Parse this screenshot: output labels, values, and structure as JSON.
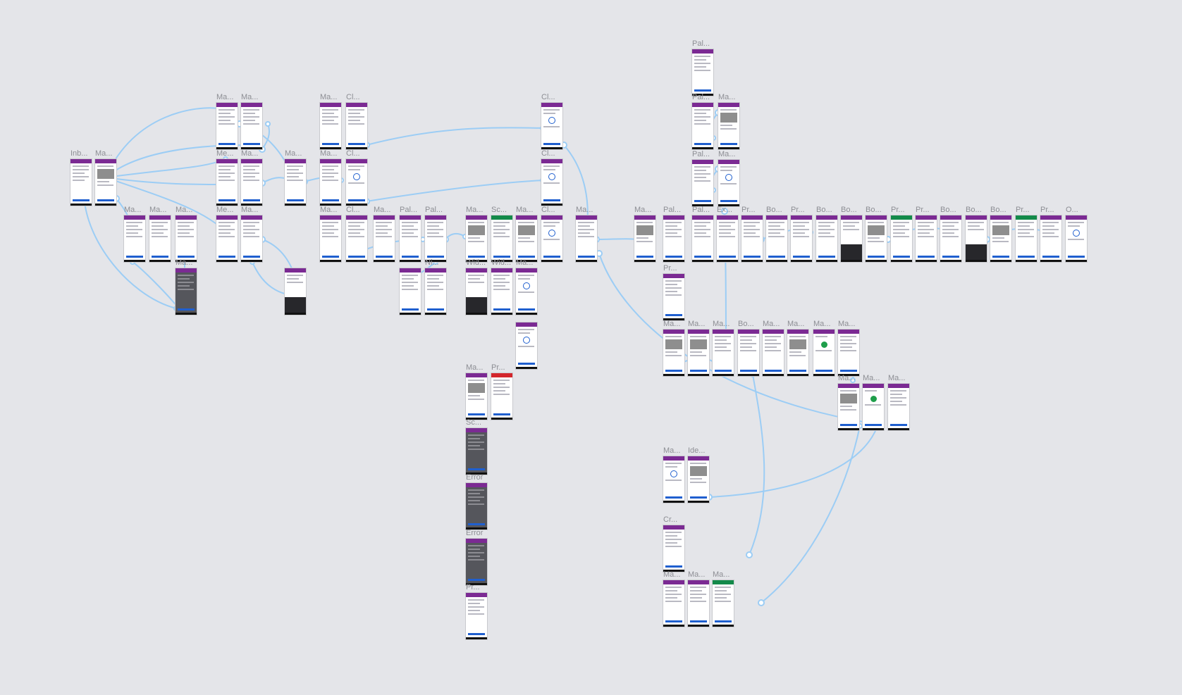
{
  "canvas": {
    "background": "#e4e5e9",
    "accent": "#9ccdf5",
    "app_bar_color": "#7b2a93",
    "button_color": "#1f5fcf",
    "success_color": "#1e9e4a",
    "error_color": "#d3262c"
  },
  "screens": [
    {
      "label": "Pal...",
      "variant": "light"
    },
    {
      "label": "Pal...",
      "variant": "light"
    },
    {
      "label": "Ma...",
      "variant": "photo"
    },
    {
      "label": "Pal...",
      "variant": "light"
    },
    {
      "label": "Ma...",
      "variant": "circle"
    },
    {
      "label": "Ma...",
      "variant": "light"
    },
    {
      "label": "Ma...",
      "variant": "light"
    },
    {
      "label": "Ma...",
      "variant": "light"
    },
    {
      "label": "Cl...",
      "variant": "light"
    },
    {
      "label": "Cl...",
      "variant": "circle"
    },
    {
      "label": "Inb...",
      "variant": "list"
    },
    {
      "label": "Ma...",
      "variant": "photo"
    },
    {
      "label": "Me...",
      "variant": "light"
    },
    {
      "label": "Ma...",
      "variant": "light"
    },
    {
      "label": "Ma...",
      "variant": "light"
    },
    {
      "label": "Ma...",
      "variant": "light"
    },
    {
      "label": "Cl...",
      "variant": "circle"
    },
    {
      "label": "Cl...",
      "variant": "circle"
    },
    {
      "label": "Ma...",
      "variant": "light"
    },
    {
      "label": "Ma...",
      "variant": "light"
    },
    {
      "label": "Ma...",
      "variant": "light"
    },
    {
      "label": "Me...",
      "variant": "light"
    },
    {
      "label": "Ma...",
      "variant": "light"
    },
    {
      "label": "Ma...",
      "variant": "light"
    },
    {
      "label": "Cl...",
      "variant": "light"
    },
    {
      "label": "Ma...",
      "variant": "light"
    },
    {
      "label": "Pal...",
      "variant": "light"
    },
    {
      "label": "Pal...",
      "variant": "light"
    },
    {
      "label": "Ma...",
      "variant": "photo"
    },
    {
      "label": "Sc...",
      "variant": "greenbar"
    },
    {
      "label": "Ma...",
      "variant": "photo"
    },
    {
      "label": "Cl...",
      "variant": "circle"
    },
    {
      "label": "Ma...",
      "variant": "light"
    },
    {
      "label": "Ma...",
      "variant": "photo"
    },
    {
      "label": "Pal...",
      "variant": "light"
    },
    {
      "label": "Pal...",
      "variant": "light"
    },
    {
      "label": "Ex...",
      "variant": "light"
    },
    {
      "label": "Pr...",
      "variant": "light"
    },
    {
      "label": "Bo...",
      "variant": "light"
    },
    {
      "label": "Pr...",
      "variant": "light"
    },
    {
      "label": "Bo...",
      "variant": "light"
    },
    {
      "label": "Bo...",
      "variant": "keyboard"
    },
    {
      "label": "Bo...",
      "variant": "photo"
    },
    {
      "label": "Pr...",
      "variant": "greenbar"
    },
    {
      "label": "Pr...",
      "variant": "light"
    },
    {
      "label": "Bo...",
      "variant": "light"
    },
    {
      "label": "Bo...",
      "variant": "keyboard"
    },
    {
      "label": "Bo...",
      "variant": "photo"
    },
    {
      "label": "Pr...",
      "variant": "greenbar"
    },
    {
      "label": "Pr...",
      "variant": "light"
    },
    {
      "label": "O...",
      "variant": "circle"
    },
    {
      "label": "Ma...",
      "variant": "dark"
    },
    {
      "label": "",
      "variant": "keyboard"
    },
    {
      "label": "",
      "variant": "light"
    },
    {
      "label": "Ni...",
      "variant": "light"
    },
    {
      "label": "Wid...",
      "variant": "keyboard"
    },
    {
      "label": "Wid...",
      "variant": "light"
    },
    {
      "label": "Ma...",
      "variant": "circle"
    },
    {
      "label": "",
      "variant": "circle"
    },
    {
      "label": "Pr...",
      "variant": "light"
    },
    {
      "label": "Ma...",
      "variant": "photo"
    },
    {
      "label": "Ma...",
      "variant": "photo"
    },
    {
      "label": "Ma...",
      "variant": "light"
    },
    {
      "label": "Bo...",
      "variant": "light"
    },
    {
      "label": "Ma...",
      "variant": "light"
    },
    {
      "label": "Ma...",
      "variant": "photo"
    },
    {
      "label": "Ma...",
      "variant": "check"
    },
    {
      "label": "Ma...",
      "variant": "light"
    },
    {
      "label": "Ma...",
      "variant": "photo"
    },
    {
      "label": "Ma...",
      "variant": "check"
    },
    {
      "label": "Ma...",
      "variant": "light"
    },
    {
      "label": "Ma...",
      "variant": "photo"
    },
    {
      "label": "Pr...",
      "variant": "redbar"
    },
    {
      "label": "Sc...",
      "variant": "dark"
    },
    {
      "label": "Error",
      "variant": "dark"
    },
    {
      "label": "Error",
      "variant": "dark"
    },
    {
      "label": "Pr...",
      "variant": "light"
    },
    {
      "label": "Ma...",
      "variant": "circle"
    },
    {
      "label": "Ide...",
      "variant": "photo"
    },
    {
      "label": "Cr...",
      "variant": "light"
    },
    {
      "label": "Ma...",
      "variant": "light"
    },
    {
      "label": "Ma...",
      "variant": "light"
    },
    {
      "label": "Ma...",
      "variant": "greenbar"
    }
  ]
}
